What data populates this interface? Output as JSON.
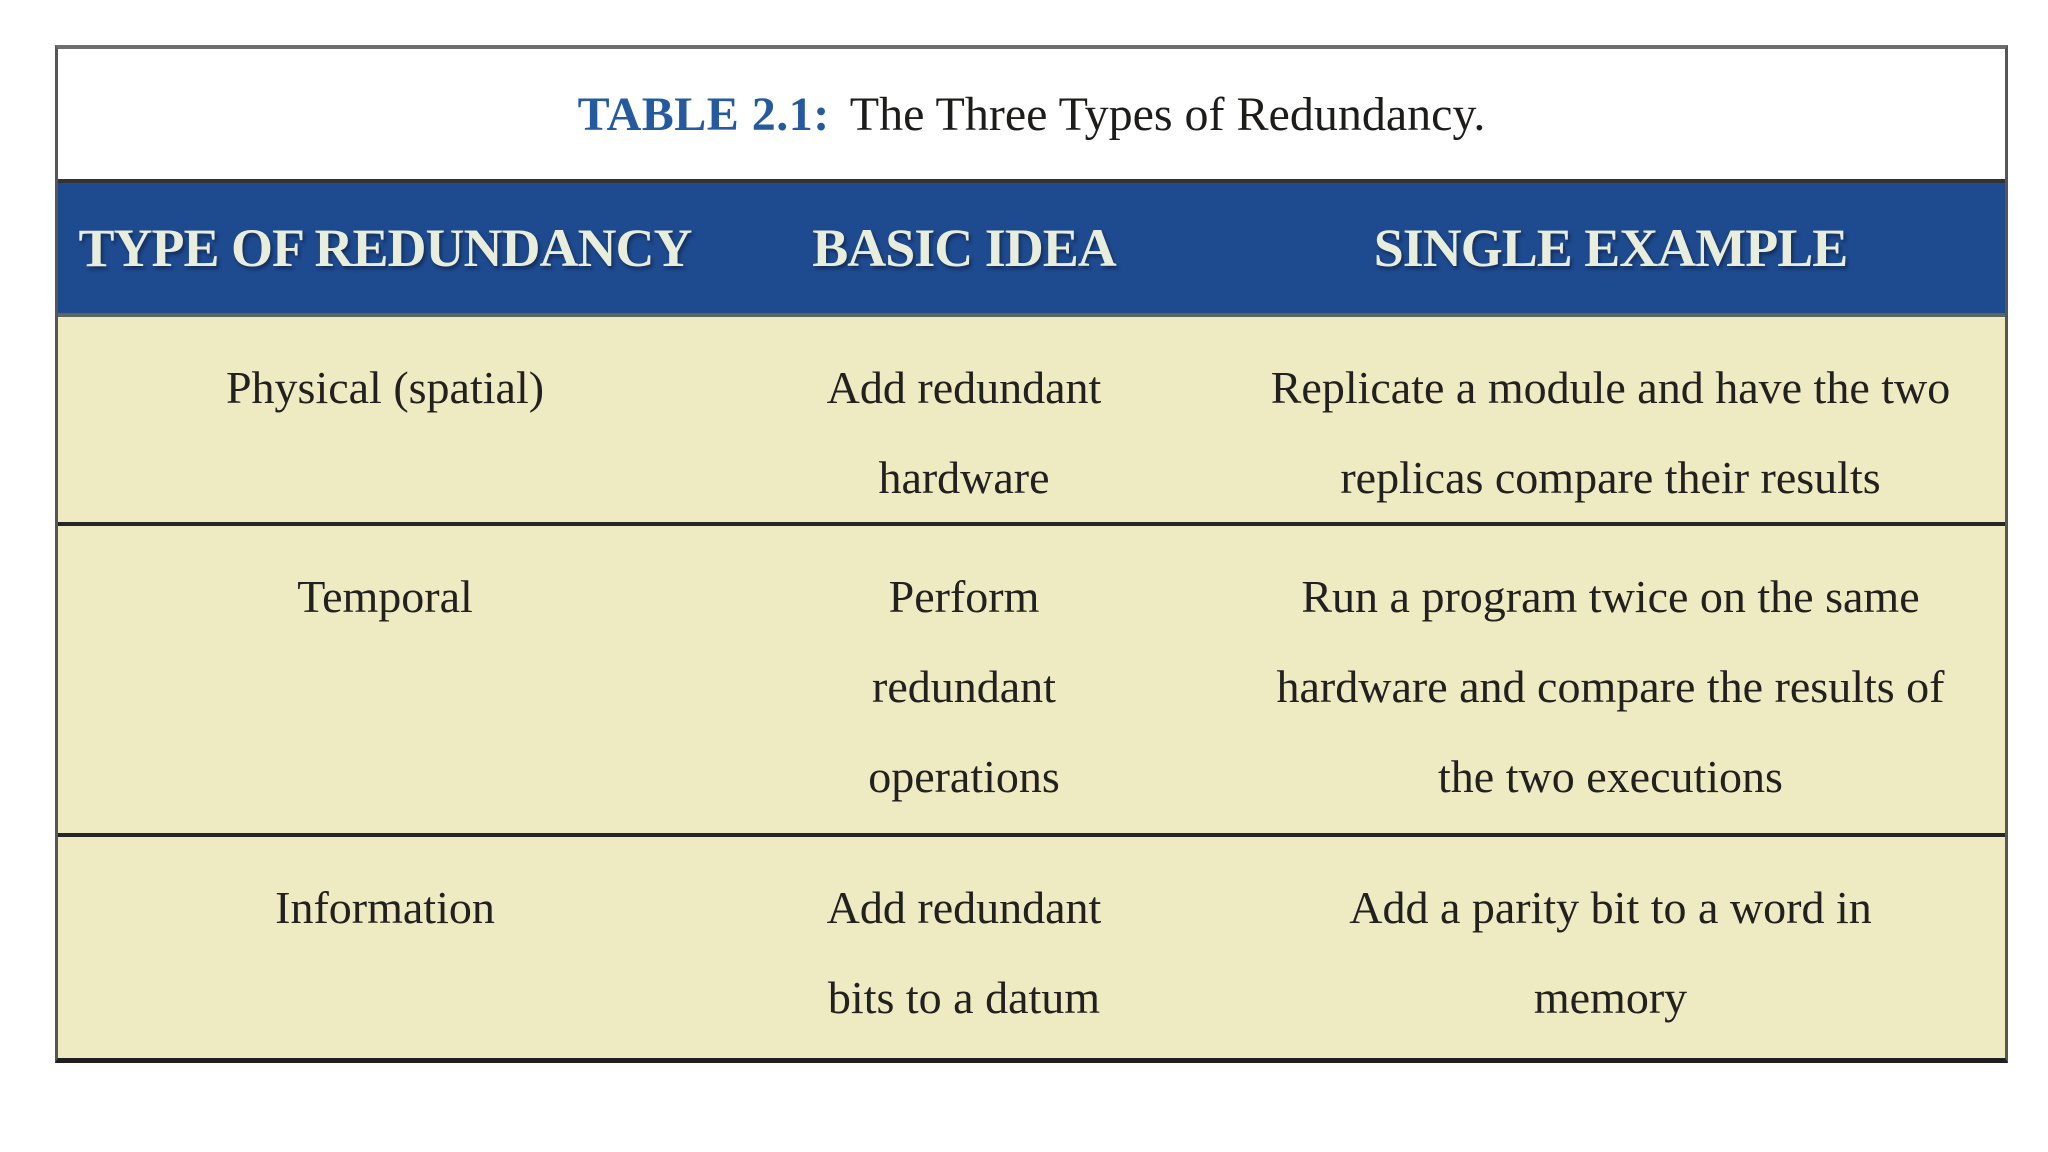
{
  "title": {
    "label": "TABLE 2.1:",
    "text": "The Three Types of Redundancy."
  },
  "columns": [
    {
      "label": "TYPE OF REDUNDANCY"
    },
    {
      "label": "BASIC IDEA"
    },
    {
      "label": "SINGLE EXAMPLE"
    }
  ],
  "rows": [
    {
      "type": "Physical (spatial)",
      "basic_idea": [
        "Add redundant",
        "hardware"
      ],
      "example": [
        "Replicate a module and have the two",
        "replicas compare their results"
      ]
    },
    {
      "type": "Temporal",
      "basic_idea": [
        "Perform",
        "redundant",
        "operations"
      ],
      "example": [
        "Run a program twice on the same",
        "hardware and compare the results of",
        "the two executions"
      ]
    },
    {
      "type": "Information",
      "basic_idea": [
        "Add redundant",
        "bits to a datum"
      ],
      "example": [
        "Add a parity bit to a word in",
        "memory"
      ]
    }
  ],
  "colors": {
    "header_bg": "#1e4a90",
    "header_text": "#e8eddc",
    "header_divider": "#5d665c",
    "body_bg": "#eeeac2",
    "body_text": "#222120",
    "title_blue": "#265a9e"
  }
}
